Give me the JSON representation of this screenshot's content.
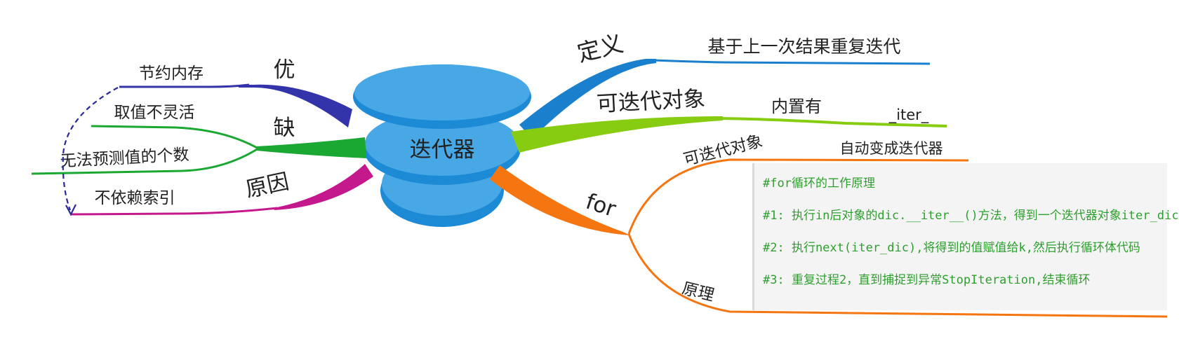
{
  "center": {
    "label": "迭代器"
  },
  "branches": {
    "you": {
      "label": "优",
      "items": [
        "节约内存"
      ]
    },
    "que": {
      "label": "缺",
      "items": [
        "取值不灵活",
        "无法预测值的个数"
      ]
    },
    "yuanyin": {
      "label": "原因",
      "items": [
        "不依赖索引"
      ]
    },
    "dingyi": {
      "label": "定义",
      "items": [
        "基于上一次结果重复迭代"
      ]
    },
    "iterable": {
      "label": "可迭代对象",
      "sub": {
        "label": "内置有",
        "item": "_iter_"
      }
    },
    "for": {
      "label": "for",
      "children": [
        {
          "label": "可迭代对象",
          "item": "自动变成迭代器"
        },
        {
          "label": "原理"
        }
      ]
    }
  },
  "code_note": {
    "lines": [
      "#for循环的工作原理",
      "#1: 执行in后对象的dic.__iter__()方法，得到一个迭代器对象iter_dic",
      "#2: 执行next(iter_dic),将得到的值赋值给k,然后执行循环体代码",
      "#3: 重复过程2，直到捕捉到异常StopIteration,结束循环"
    ]
  },
  "colors": {
    "you": "#3333aa",
    "que": "#1aa832",
    "yuanyin": "#c4198c",
    "dingyi": "#1a7fcc",
    "iterable": "#88cc11",
    "for": "#f57510",
    "arrow": "#2a2a99",
    "center": "#1b8fd8"
  }
}
